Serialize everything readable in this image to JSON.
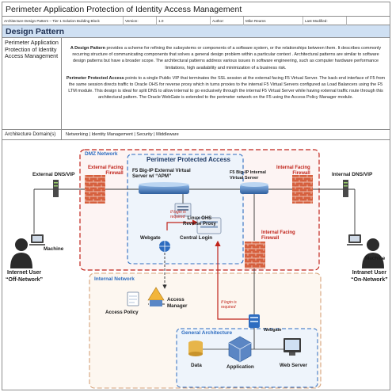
{
  "header": {
    "title": "Perimeter Application Protection of Identity Access Management"
  },
  "meta": {
    "name": "Architecture Design Pattern – Tier 1 Solution Building Block",
    "version_label": "Version:",
    "version_value": "1.0",
    "author_label": "Author:",
    "author_value": "Mike Reams",
    "modified_label": "Last Modified:",
    "modified_value": ""
  },
  "section": {
    "title": "Design Pattern"
  },
  "pattern_row": {
    "label": "Perimeter Application Protection of Identity Access Management",
    "para1_lead": "A Design Pattern",
    "para1_text": " provides a scheme for refining the subsystems or components of a software system, or the relationships between them. It describes commonly recurring structure of communicating components that solves a general design problem within a particular context . Architectural patterns are similar to software design patterns but have a broader scope. The architectural patterns address various issues in software engineering, such as computer hardware performance limitations, high availability and minimization of a business risk.",
    "para2_lead": "Perimeter Protected Access",
    "para2_text": " points to a single Public VIP that terminates the SSL session at the external facing F5 Virtual Server. The back-end interface of F5 from the same session directs traffic to Oracle OHS for reverse proxy which in turns proxies to the internal F5 Virtual Servers configured as Load Balancers using the F5 LTM module. This design is ideal for split DNS to allow internal to go exclusively through the internal F5 Virtual Server while having external traffic route through this architectural pattern. The Oracle WebGate is extended to the perimeter network on the F5 using the Access Policy Manager module."
  },
  "domain_row": {
    "label": "Architecture Domain(s)",
    "value": "Networking | Identity Management | Security | Middleware"
  },
  "diagram": {
    "dmz_label": "DMZ Network",
    "perimeter_label": "Perimeter Protected Access",
    "ext_dns_left": "External DNS/VIP",
    "ext_firewall": "External Facing\nFirewall",
    "f5_external": "F5 Big-IP External Virtual\nServer w/ “APM”",
    "linux_ohs": "Linux OHS\nReverse Proxy",
    "f5_internal": "F5 Big-IP Internal\nVirtual Server",
    "int_firewall_top": "Internal Facing\nFirewall",
    "int_dns_right": "Internal DNS/VIP",
    "if_login_1": "If login is\nrequired",
    "webgate_top": "Webgate",
    "central_login": "Central Login",
    "int_firewall_mid": "Internal Facing\nFirewall",
    "machine_left": "Machine",
    "machine_right": "Machine",
    "internet_user": "Internet User\n“Off-Network”",
    "intranet_user": "Intranet User\n“On-Network”",
    "internal_network": "Internal Network",
    "access_policy": "Access Policy",
    "access_manager": "Access\nManager",
    "if_login_2": "If login is\nrequired",
    "webgate_bottom": "Webgate",
    "general_arch": "General Architecture",
    "data": "Data",
    "application": "Application",
    "web_server": "Web Server",
    "colors": {
      "red": "#c0231a",
      "navy": "#1f3a66",
      "blue": "#2d6cc0",
      "brick": "#d6603e"
    }
  }
}
